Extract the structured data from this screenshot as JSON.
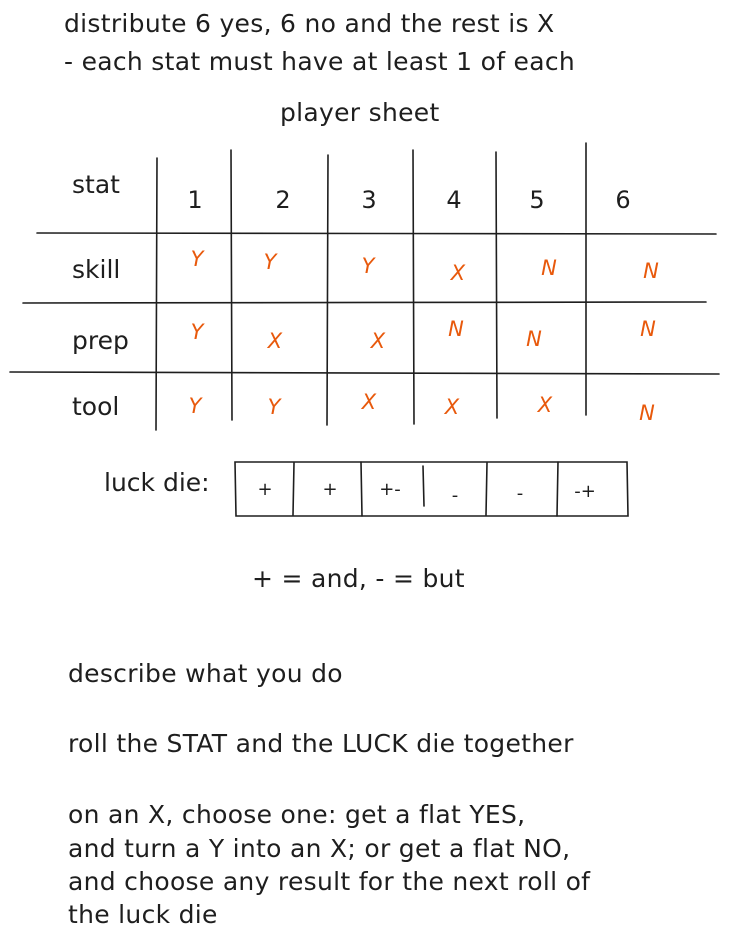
{
  "intro": {
    "line1": "distribute 6 yes, 6 no and the rest is X",
    "line2": "- each stat must have at least 1 of each"
  },
  "sheet_title": "player sheet",
  "table": {
    "corner": "stat",
    "columns": [
      "1",
      "2",
      "3",
      "4",
      "5",
      "6"
    ],
    "rows": [
      {
        "label": "skill",
        "values": [
          "Y",
          "Y",
          "Y",
          "X",
          "N",
          "N"
        ]
      },
      {
        "label": "prep",
        "values": [
          "Y",
          "X",
          "X",
          "N",
          "N",
          "N"
        ]
      },
      {
        "label": "tool",
        "values": [
          "Y",
          "Y",
          "X",
          "X",
          "X",
          "N"
        ]
      }
    ]
  },
  "luck_die": {
    "label": "luck die:",
    "faces": [
      "+",
      "+",
      "+-",
      "-",
      "-",
      "-+"
    ]
  },
  "legend": "+ = and, - = but",
  "instructions": {
    "describe": "describe what you do",
    "roll": "roll the STAT and the LUCK die together",
    "on_x": [
      "on an X, choose one: get a flat YES,",
      "and turn a Y into an X; or get a flat NO,",
      "and choose any result for the next roll of",
      "the luck die"
    ]
  },
  "colors": {
    "ink": "#1e1e1e",
    "result": "#e8590c"
  }
}
